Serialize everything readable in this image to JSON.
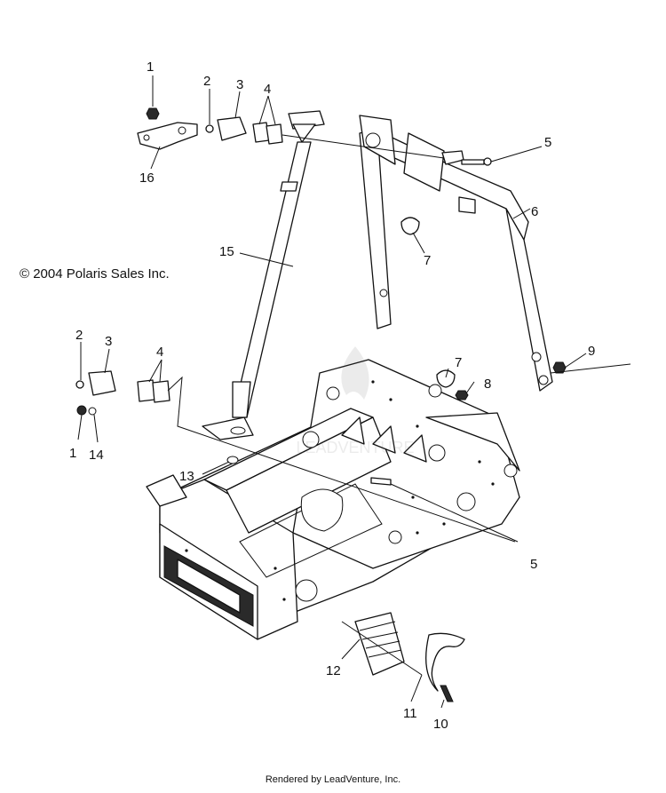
{
  "copyright": "© 2004 Polaris Sales Inc.",
  "footer": "Rendered by LeadVenture, Inc.",
  "watermark_text": "LEADVENTURE",
  "callouts": [
    "1",
    "2",
    "3",
    "4",
    "5",
    "6",
    "7",
    "8",
    "9",
    "10",
    "11",
    "12",
    "13",
    "14",
    "15",
    "16"
  ]
}
